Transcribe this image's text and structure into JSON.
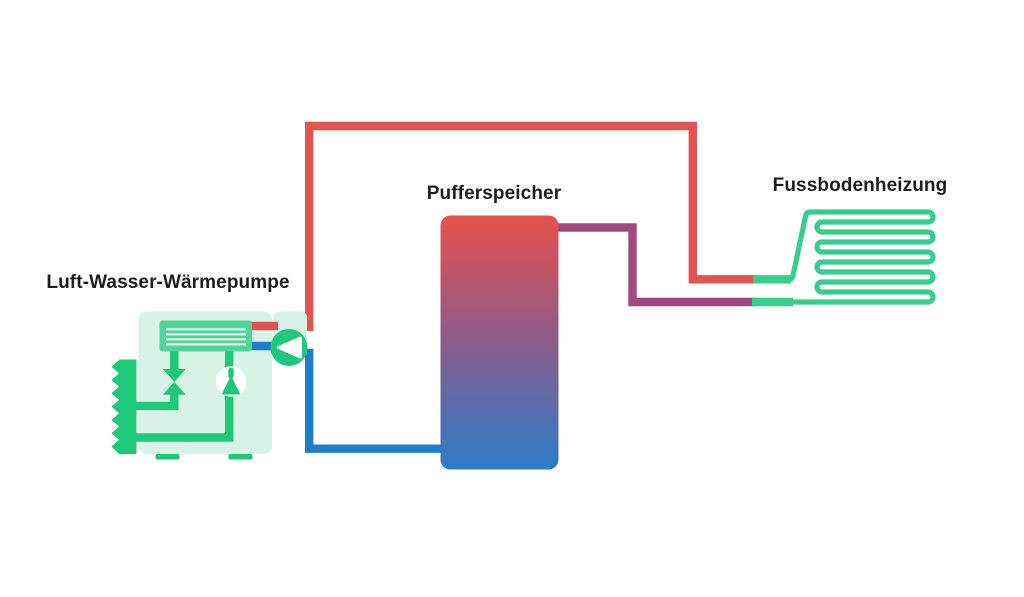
{
  "diagram": {
    "type": "heating-system-schematic",
    "labels": {
      "heat_pump": "Luft-Wasser-Wärmepumpe",
      "buffer_tank": "Pufferspeicher",
      "floor_heating": "Fussbodenheizung"
    },
    "colors": {
      "background": "#FFFFFF",
      "text": "#1D1D1D",
      "supply_red": "#E2544F",
      "return_blue": "#1E7EC8",
      "mixed_purple": "#A2497E",
      "pipe_green": "#35CE8D",
      "component_green": "#1DC878",
      "pump_green": "#20C87E",
      "exchanger_green": "#50D596",
      "stripe_white": "#F2FBF6",
      "mint": "#D8F3E6",
      "white": "#FFFFFF",
      "tank_top": "#E7514B",
      "tank_mid": "#8B5C8C",
      "tank_bottom": "#2C7CC8"
    },
    "components": {
      "heat_pump_unit": "Luft-Wasser-Wärmepumpe outdoor unit with evaporator coil, expansion valve, injector and circulation pump",
      "buffer_tank": "Pufferspeicher storage tank with hot-to-cold temperature gradient",
      "floor_heating_coil": "Fussbodenheizung serpentine underfloor heating loop",
      "hot_supply_pipe": "red supply pipe from heat pump to floor heating",
      "tank_supply_pipe": "purple supply pipe from buffer tank to floor heating return trunk",
      "cold_return_pipe": "blue return pipe from heat pump to buffer tank bottom"
    }
  }
}
